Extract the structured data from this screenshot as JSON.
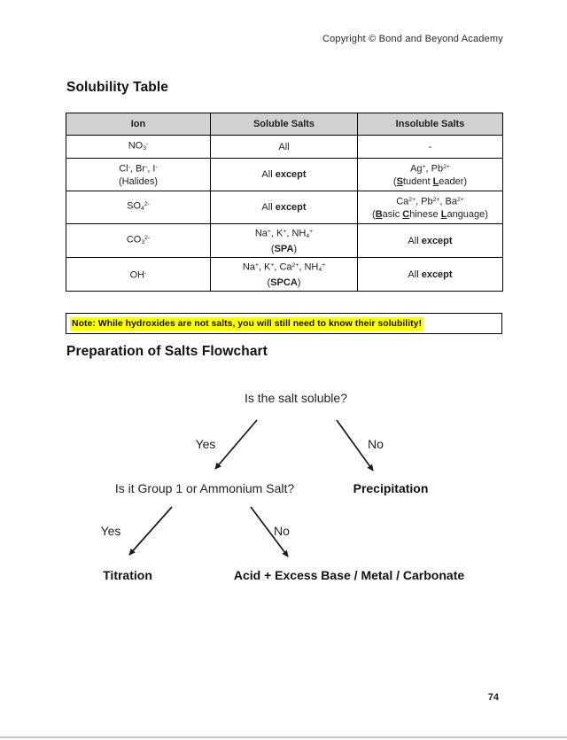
{
  "page": {
    "copyright": "Copyright © Bond and Beyond Academy",
    "page_number": "74"
  },
  "colors": {
    "header_bg": "#d1d1d1",
    "highlight": "#ffff00",
    "border": "#000000",
    "text": "#1e1e1e"
  },
  "solubility": {
    "title": "Solubility Table",
    "note": "Note: While hydroxides are not salts, you will still need to know their solubility!",
    "table": {
      "headers": [
        "Ion",
        "Soluble Salts",
        "Insoluble Salts"
      ],
      "rows": [
        {
          "ion": [
            [
              {
                "t": "NO"
              },
              {
                "t": "3",
                "sub": true
              },
              {
                "t": "-",
                "sup": true
              }
            ]
          ],
          "soluble": [
            [
              {
                "t": "All"
              }
            ]
          ],
          "insoluble": [
            [
              {
                "t": "-"
              }
            ]
          ]
        },
        {
          "ion": [
            [
              {
                "t": "Cl"
              },
              {
                "t": "-",
                "sup": true
              },
              {
                "t": ", Br"
              },
              {
                "t": "-",
                "sup": true
              },
              {
                "t": ", I"
              },
              {
                "t": "-",
                "sup": true
              }
            ],
            [
              {
                "t": "(Halides)"
              }
            ]
          ],
          "soluble": [
            [
              {
                "t": "All "
              },
              {
                "t": "except",
                "b": true
              }
            ]
          ],
          "insoluble": [
            [
              {
                "t": "Ag"
              },
              {
                "t": "+",
                "sup": true
              },
              {
                "t": ", Pb"
              },
              {
                "t": "2+",
                "sup": true
              }
            ],
            [
              {
                "t": "("
              },
              {
                "t": "S",
                "b": true,
                "u": true
              },
              {
                "t": "tudent "
              },
              {
                "t": "L",
                "b": true,
                "u": true
              },
              {
                "t": "eader)"
              }
            ]
          ]
        },
        {
          "ion": [
            [
              {
                "t": "SO"
              },
              {
                "t": "4",
                "sub": true
              },
              {
                "t": "2-",
                "sup": true
              }
            ]
          ],
          "soluble": [
            [
              {
                "t": "All "
              },
              {
                "t": "except",
                "b": true
              }
            ]
          ],
          "insoluble": [
            [
              {
                "t": "Ca"
              },
              {
                "t": "2+",
                "sup": true
              },
              {
                "t": ", Pb"
              },
              {
                "t": "2+",
                "sup": true
              },
              {
                "t": ", Ba"
              },
              {
                "t": "2+",
                "sup": true
              }
            ],
            [
              {
                "t": "("
              },
              {
                "t": "B",
                "b": true,
                "u": true
              },
              {
                "t": "asic "
              },
              {
                "t": "C",
                "b": true,
                "u": true
              },
              {
                "t": "hinese "
              },
              {
                "t": "L",
                "b": true,
                "u": true
              },
              {
                "t": "anguage)"
              }
            ]
          ]
        },
        {
          "ion": [
            [
              {
                "t": "CO"
              },
              {
                "t": "3",
                "sub": true
              },
              {
                "t": "2-",
                "sup": true
              }
            ]
          ],
          "soluble": [
            [
              {
                "t": "Na"
              },
              {
                "t": "+",
                "sup": true
              },
              {
                "t": ", K"
              },
              {
                "t": "+",
                "sup": true
              },
              {
                "t": ", NH"
              },
              {
                "t": "4",
                "sub": true
              },
              {
                "t": "+",
                "sup": true
              }
            ],
            [
              {
                "t": "("
              },
              {
                "t": "SPA",
                "b": true
              },
              {
                "t": ")"
              }
            ]
          ],
          "insoluble": [
            [
              {
                "t": "All "
              },
              {
                "t": "except",
                "b": true
              }
            ]
          ]
        },
        {
          "ion": [
            [
              {
                "t": "OH"
              },
              {
                "t": "-",
                "sup": true
              }
            ]
          ],
          "soluble": [
            [
              {
                "t": "Na"
              },
              {
                "t": "+",
                "sup": true
              },
              {
                "t": ", K"
              },
              {
                "t": "+",
                "sup": true
              },
              {
                "t": ", Ca"
              },
              {
                "t": "2+",
                "sup": true
              },
              {
                "t": ", NH"
              },
              {
                "t": "4",
                "sub": true
              },
              {
                "t": "+",
                "sup": true
              }
            ],
            [
              {
                "t": "("
              },
              {
                "t": "SPCA",
                "b": true
              },
              {
                "t": ")"
              }
            ]
          ],
          "insoluble": [
            [
              {
                "t": "All "
              },
              {
                "t": "except",
                "b": true
              }
            ]
          ]
        }
      ]
    }
  },
  "flowchart": {
    "title": "Preparation of Salts Flowchart",
    "q1": "Is the salt soluble?",
    "yes1": "Yes",
    "no1": "No",
    "q2": "Is it Group 1 or Ammonium Salt?",
    "precipitation": "Precipitation",
    "yes2": "Yes",
    "no2": "No",
    "titration": "Titration",
    "acid_route": "Acid + Excess Base / Metal / Carbonate"
  }
}
